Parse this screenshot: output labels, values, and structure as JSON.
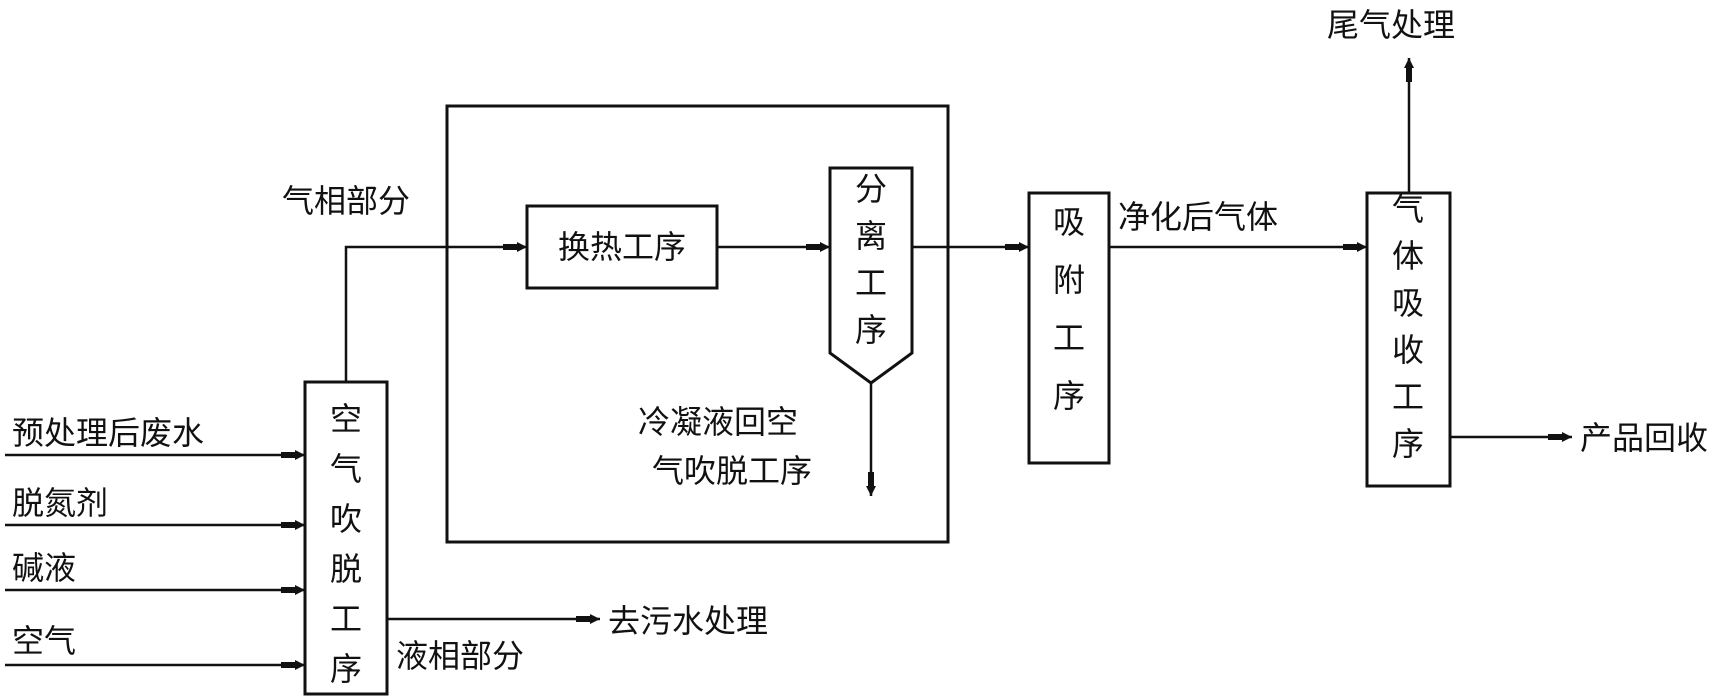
{
  "diagram": {
    "colors": {
      "line": "#111111",
      "background": "#ffffff"
    },
    "boxes": {
      "air_stripping": "空气吹脱工序",
      "heat_exchange": "换热工序",
      "separation": "分离工序",
      "adsorption": "吸附工序",
      "gas_absorption": "气体吸收工序"
    },
    "inputs": [
      "预处理后废水",
      "脱氮剂",
      "碱液",
      "空气"
    ],
    "labels": {
      "gas_phase": "气相部分",
      "liquid_phase": "液相部分",
      "sewage": "去污水处理",
      "condensate_line1": "冷凝液回空",
      "condensate_line2": "气吹脱工序",
      "purified_gas": "净化后气体",
      "tail_gas": "尾气处理",
      "product": "产品回收"
    }
  }
}
